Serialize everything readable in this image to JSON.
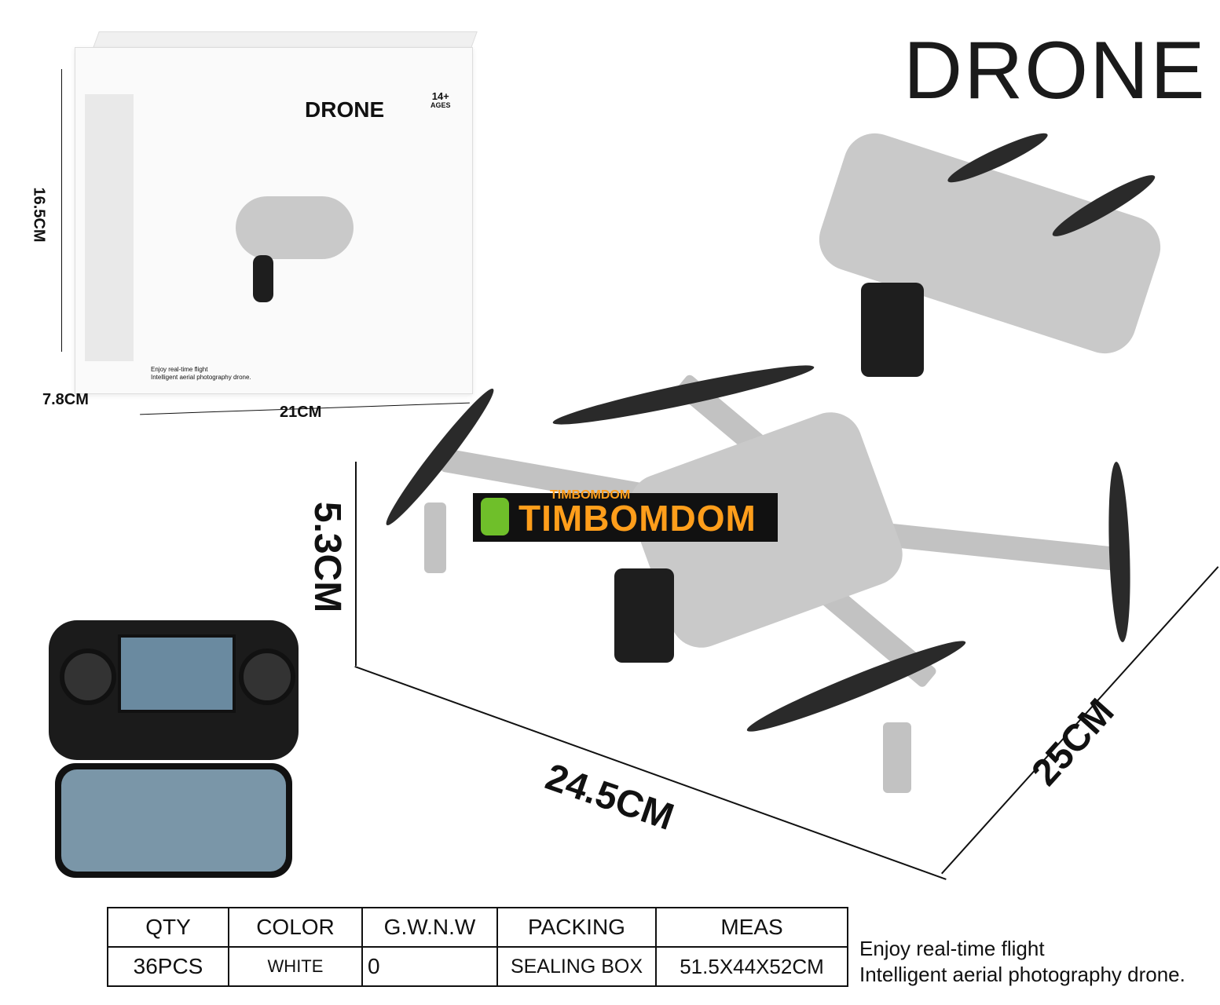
{
  "title": "DRONE",
  "box": {
    "label": "DRONE",
    "age": "14+",
    "age_sub": "AGES",
    "tagline_1": "Enjoy real-time flight",
    "tagline_2": "Intelligent aerial photography drone.",
    "dim_height": "16.5CM",
    "dim_depth": "7.8CM",
    "dim_width": "21CM"
  },
  "drone_dims": {
    "height": "5.3CM",
    "length": "24.5CM",
    "width": "25CM"
  },
  "watermark": {
    "small": "TIMBOMDOM",
    "large": "TIMBOMDOM"
  },
  "table": {
    "headers": [
      "QTY",
      "COLOR",
      "G.W.N.W",
      "PACKING",
      "MEAS"
    ],
    "row": [
      "36PCS",
      "WHITE",
      "0",
      "SEALING BOX",
      "51.5X44X52CM"
    ]
  },
  "tagline": {
    "line1": "Enjoy real-time flight",
    "line2": "Intelligent aerial photography drone."
  }
}
